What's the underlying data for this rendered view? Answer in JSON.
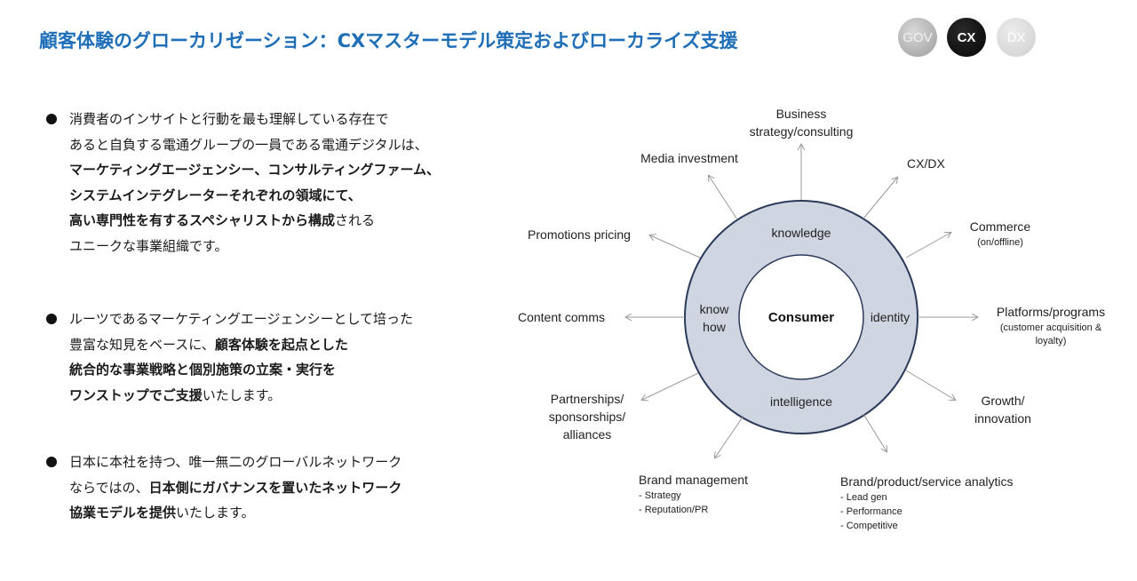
{
  "header": {
    "title": "顧客体験のグローカリゼーション：CXマスターモデル策定およびローカライズ支援",
    "badges": [
      "GOV",
      "CX",
      "DX"
    ]
  },
  "bullets": [
    {
      "lines": [
        [
          {
            "t": "消費者のインサイトと行動を最も理解している存在で",
            "b": false
          }
        ],
        [
          {
            "t": "あると自負する電通グループの一員である電通デジタルは、",
            "b": false
          }
        ],
        [
          {
            "t": "マーケティングエージェンシー、コンサルティングファーム、",
            "b": true
          }
        ],
        [
          {
            "t": "システムインテグレーターそれぞれの領域にて、",
            "b": true
          }
        ],
        [
          {
            "t": "高い専門性を有するスペシャリストから構成",
            "b": true
          },
          {
            "t": "される",
            "b": false
          }
        ],
        [
          {
            "t": "ユニークな事業組織です。",
            "b": false
          }
        ]
      ]
    },
    {
      "lines": [
        [
          {
            "t": "ルーツであるマーケティングエージェンシーとして培った",
            "b": false
          }
        ],
        [
          {
            "t": "豊富な知見をベースに、",
            "b": false
          },
          {
            "t": "顧客体験を起点とした",
            "b": true
          }
        ],
        [
          {
            "t": "統合的な事業戦略と個別施策の立案・実行を",
            "b": true
          }
        ],
        [
          {
            "t": "ワンストップでご支援",
            "b": true
          },
          {
            "t": "いたします。",
            "b": false
          }
        ]
      ]
    },
    {
      "lines": [
        [
          {
            "t": "日本に本社を持つ、唯一無二のグローバルネットワーク",
            "b": false
          }
        ],
        [
          {
            "t": "ならではの、",
            "b": false
          },
          {
            "t": "日本側にガバナンスを置いたネットワーク",
            "b": true
          }
        ],
        [
          {
            "t": "協業モデルを提供",
            "b": true
          },
          {
            "t": "いたします。",
            "b": false
          }
        ]
      ]
    }
  ],
  "diagram": {
    "center": "Consumer",
    "ring": {
      "top": "knowledge",
      "left_line1": "know",
      "left_line2": "how",
      "right": "identity",
      "bottom": "intelligence"
    },
    "outer": {
      "business_1": "Business",
      "business_2": "strategy/consulting",
      "cxdx": "CX/DX",
      "commerce": "Commerce",
      "commerce_sub": "(on/offline)",
      "platforms": "Platforms/programs",
      "platforms_sub1": "(customer acquisition &",
      "platforms_sub2": "loyalty)",
      "growth_1": "Growth/",
      "growth_2": "innovation",
      "bpsa": "Brand/product/service analytics",
      "bpsa_items": [
        "-   Lead gen",
        "-   Performance",
        "-   Competitive"
      ],
      "brand_mgmt": "Brand management",
      "brand_mgmt_items": [
        "-   Strategy",
        "-   Reputation/PR"
      ],
      "partner_1": "Partnerships/",
      "partner_2": "sponsorships/",
      "partner_3": "alliances",
      "content": "Content comms",
      "promotions": "Promotions pricing",
      "media": "Media investment"
    },
    "colors": {
      "ring_fill": "#cfd6e1",
      "ring_stroke": "#2c3a5a",
      "arrow": "#9a9a9a"
    }
  }
}
